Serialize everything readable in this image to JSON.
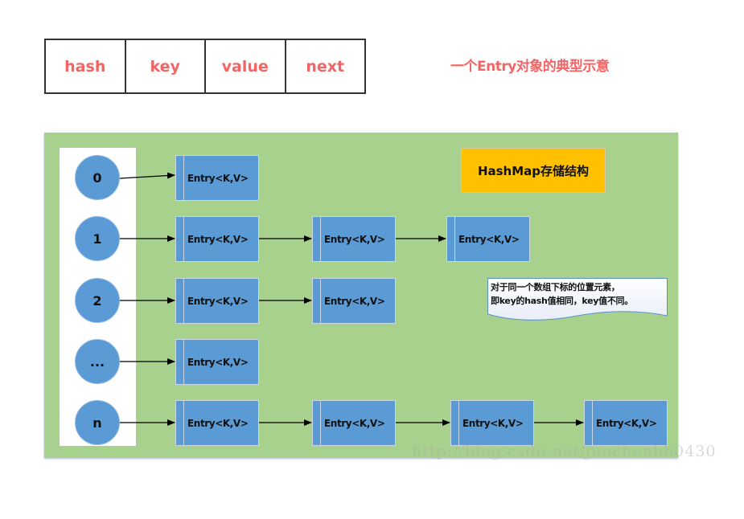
{
  "entry_structure": {
    "fields": [
      "hash",
      "key",
      "value",
      "next"
    ],
    "caption": "一个Entry对象的典型示意",
    "text_color": "#f36464"
  },
  "hashmap": {
    "title": "HashMap存储结构",
    "title_color": "#ffc000",
    "panel_color": "#a9d18e",
    "node_color": "#5b9bd5",
    "buckets": [
      {
        "index": "0",
        "entries": [
          "Entry<K,V>"
        ]
      },
      {
        "index": "1",
        "entries": [
          "Entry<K,V>",
          "Entry<K,V>",
          "Entry<K,V>"
        ]
      },
      {
        "index": "2",
        "entries": [
          "Entry<K,V>",
          "Entry<K,V>"
        ]
      },
      {
        "index": "...",
        "entries": [
          "Entry<K,V>"
        ]
      },
      {
        "index": "n",
        "entries": [
          "Entry<K,V>",
          "Entry<K,V>",
          "Entry<K,V>",
          "Entry<K,V>"
        ]
      }
    ],
    "note": {
      "line1": "对于同一个数组下标的位置元素，",
      "line2": "即key的hash值相同，key值不同。"
    }
  },
  "watermark": "http://blog.csdn.net/junchenbb0430"
}
